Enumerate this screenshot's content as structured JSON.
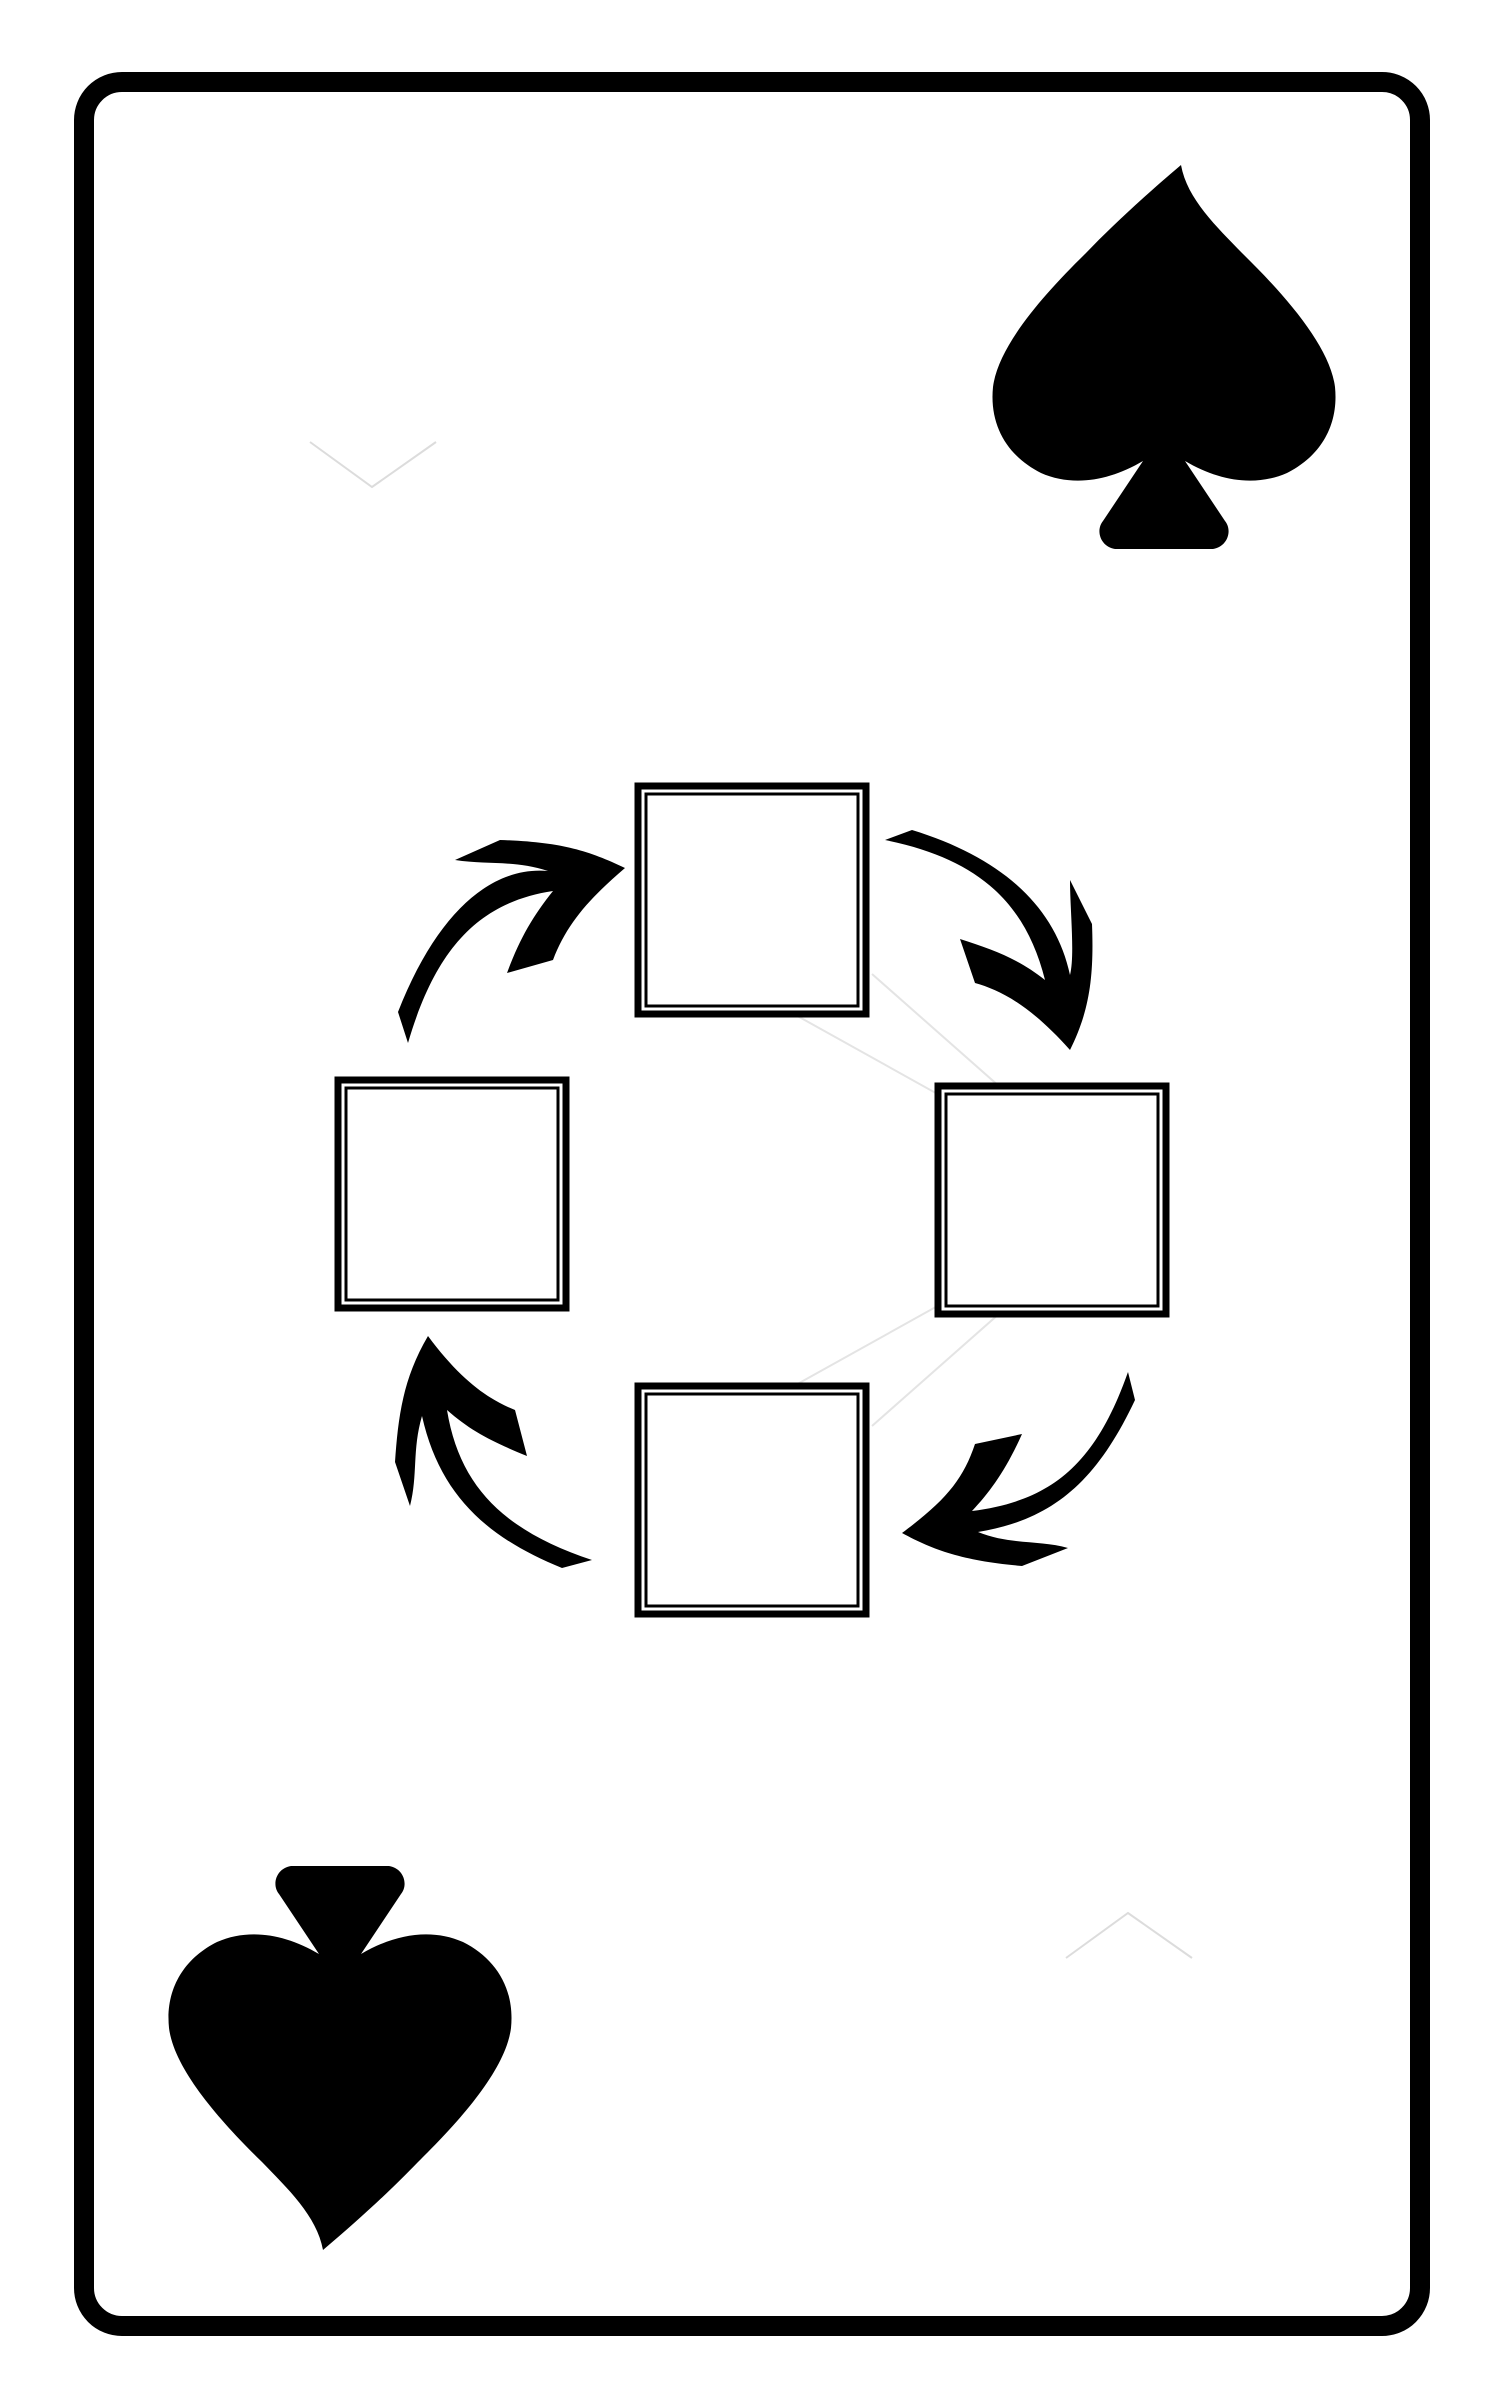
{
  "card": {
    "suit": "spades",
    "suit_icon": "spade-icon",
    "face_content": "cycle-diagram",
    "colors": {
      "background": "#ffffff",
      "ink": "#000000",
      "faint_marks": "#dcdcdc"
    }
  },
  "diagram": {
    "nodes": [
      {
        "id": "top",
        "label": ""
      },
      {
        "id": "right",
        "label": ""
      },
      {
        "id": "bottom",
        "label": ""
      },
      {
        "id": "left",
        "label": ""
      }
    ],
    "direction": "clockwise",
    "arrow_icon": "curved-arrow-icon"
  }
}
